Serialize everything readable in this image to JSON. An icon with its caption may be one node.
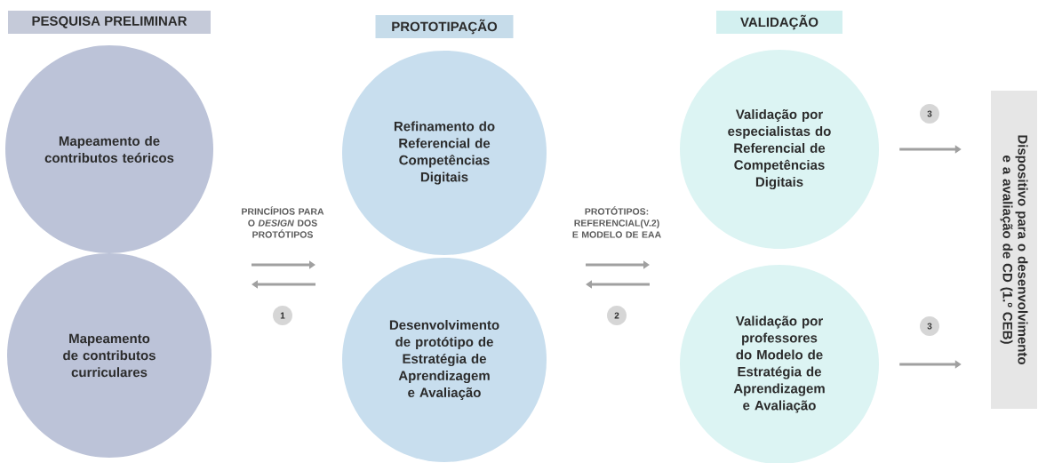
{
  "diagram": {
    "nodes": [
      {
        "text": [
          "PESQUISA PRELIMINAR"
        ]
      },
      {
        "text": [
          "PROTOTIPAÇÃO"
        ]
      },
      {
        "text": [
          "VALIDAÇÃO"
        ]
      },
      {
        "text": [
          "Mapeamento de contributos teóricos"
        ]
      },
      {
        "text": [
          "Mapeamento de contributos curriculares"
        ]
      },
      {
        "text": [
          "Refinamento do Referencial de Competências Digitais"
        ]
      },
      {
        "text": [
          "Desenvolvimento de protótipo de Estratégia de Aprendizagem e Avaliação"
        ]
      },
      {
        "text": [
          "Validação por especialistas do Referencial de Competências Digitais"
        ]
      },
      {
        "text": [
          "Validação por professores do Modelo de Estratégia de Aprendizagem e Avaliação"
        ]
      },
      {
        "text": [
          "Dispositivo para o desenvolvimento e a avaliação de CD (1.º CEB)"
        ]
      },
      {
        "text": [
          "1"
        ]
      },
      {
        "text": [
          "2"
        ]
      },
      {
        "text": [
          "3"
        ]
      },
      {
        "text": [
          "3"
        ]
      }
    ],
    "edges": [
      {
        "from": 7,
        "to": 9,
        "arrow": "to"
      },
      {
        "from": 8,
        "to": 9,
        "arrow": "to"
      }
    ],
    "labels": [
      "PRINCÍPIOS PARA O *DESIGN* DOS PROTÓTIPOS",
      "PROTÓTIPOS: REFERENCIAL(V.2) E MODELO DE EAA"
    ]
  }
}
